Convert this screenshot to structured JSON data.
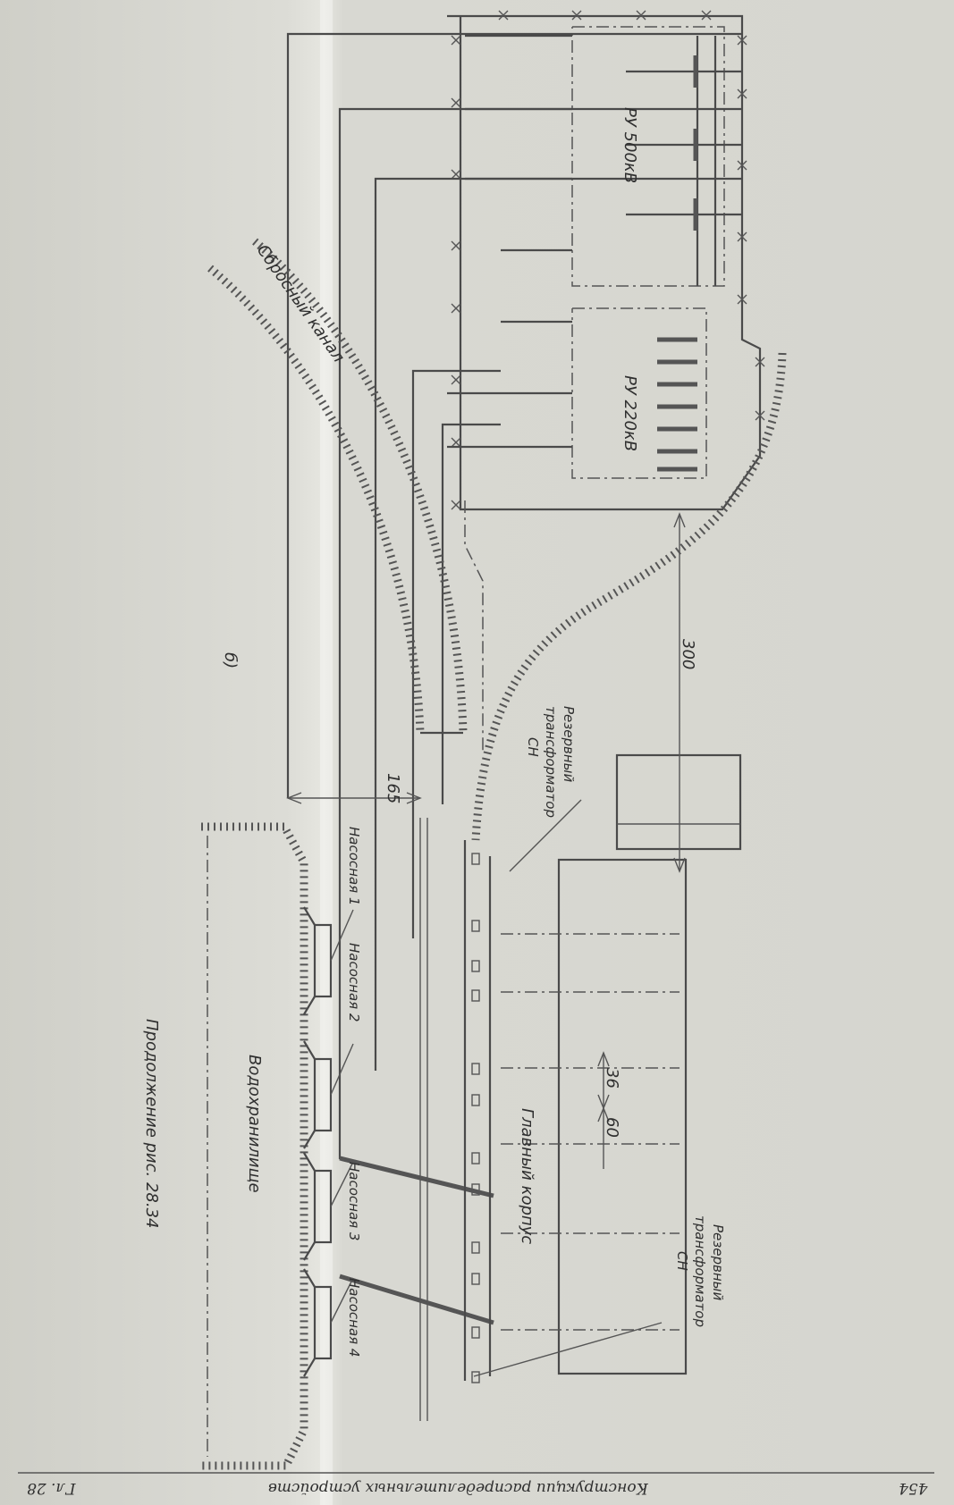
{
  "header": {
    "page_number": "454",
    "chapter": "Гл. 28",
    "running_title": "Конструкции распределительных устройств"
  },
  "figure": {
    "panel_letter": "б)",
    "caption": "Продолжение рис. 28.34"
  },
  "labels": {
    "ru500": "РУ 500кВ",
    "ru220": "РУ 220кВ",
    "canal": "Сбросный канал",
    "reservoir": "Водохранилище",
    "main_building": "Главный корпус",
    "pump1": "Насосная 1",
    "pump2": "Насосная 2",
    "pump3": "Насосная 3",
    "pump4": "Насосная 4",
    "reserve_tr_top_l1": "Резервный",
    "reserve_tr_top_l2": "трансформатор",
    "reserve_tr_top_l3": "СН",
    "reserve_tr_bottom_l1": "Резервный",
    "reserve_tr_bottom_l2": "трансформатор",
    "reserve_tr_bottom_l3": "СН"
  },
  "dimensions": {
    "d300": "300",
    "d165": "165",
    "d36": "36",
    "d60": "60"
  }
}
